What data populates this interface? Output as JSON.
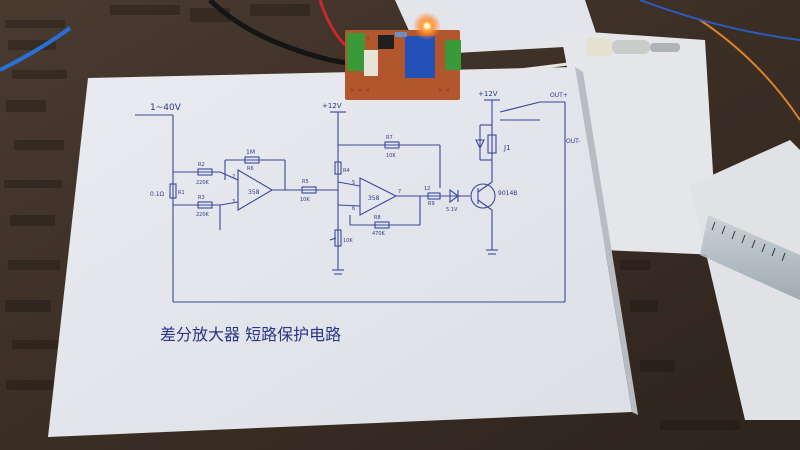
{
  "photo": {
    "schematic_caption": "差分放大器  短路保护电路",
    "labels": {
      "input_range": "1~40V",
      "vcc_a": "+12V",
      "vcc_b": "+12V",
      "r_feedback": "1M",
      "r6": "R6",
      "r2": "R2",
      "r3": "R3",
      "r2_val": "220K",
      "r3_val": "220K",
      "r1": "R1",
      "r1_val": "0.1Ω",
      "amp1": "358",
      "amp2": "358",
      "r5": "R5",
      "r5_val": "10K",
      "r4": "R4",
      "r7": "R7",
      "r7_val": "10K",
      "r8": "R8",
      "r8_val": "470K",
      "pot": "10K",
      "r9": "R9",
      "led": "5.1V",
      "transistor": "9014B",
      "relay": "J1",
      "out_pos": "OUT+",
      "out_neg": "OUT-",
      "pin2": "2",
      "pin3": "3",
      "pin5": "5",
      "pin6": "6",
      "pin7": "7",
      "pin12": "12"
    }
  }
}
